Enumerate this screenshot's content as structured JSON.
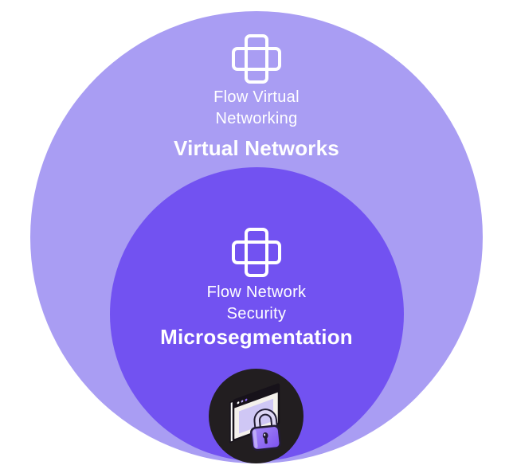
{
  "colors": {
    "background": "#ffffff",
    "outer_circle": "#a99df3",
    "inner_circle": "#7252f1",
    "badge_background": "#221e20",
    "text": "#ffffff",
    "lock_purple": "#8a66f2",
    "screen_lavender": "#cfc7f5"
  },
  "outer_circle": {
    "product_label": "Flow Virtual Networking",
    "title": "Virtual Networks",
    "icon": "flow-cross-icon"
  },
  "inner_circle": {
    "product_label": "Flow Network Security",
    "title": "Microsegmentation",
    "icon": "flow-cross-icon"
  },
  "badge": {
    "icon": "browser-with-padlock-illustration"
  }
}
